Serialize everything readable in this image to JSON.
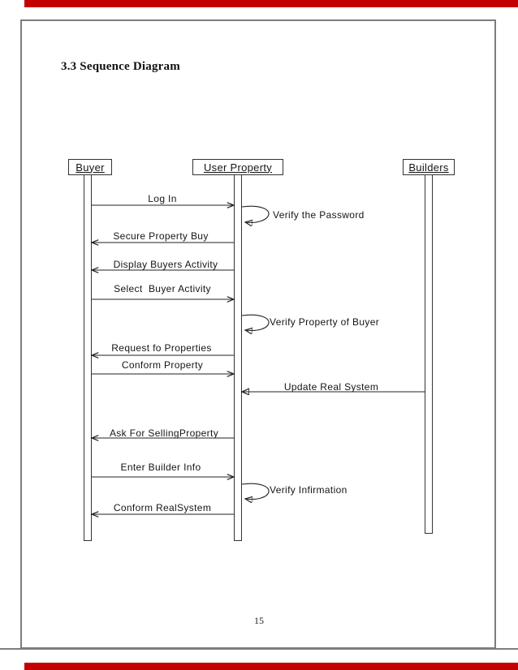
{
  "document": {
    "section_title": "3.3 Sequence Diagram",
    "page_number": "15"
  },
  "colors": {
    "edge_bar": "#c40000",
    "page_border": "#7d7d7d",
    "line": "#222222",
    "text": "#151515"
  },
  "diagram": {
    "type": "uml-sequence",
    "actors": [
      {
        "name": "Buyer"
      },
      {
        "name": "User Property"
      },
      {
        "name": "Builders"
      }
    ],
    "messages": [
      {
        "label": "Log In",
        "from": "Buyer",
        "to": "User Property",
        "kind": "call-right"
      },
      {
        "label": "Verify the Password",
        "actor": "User Property",
        "kind": "self"
      },
      {
        "label": "Secure Property Buy",
        "from": "User Property",
        "to": "Buyer",
        "kind": "call-left"
      },
      {
        "label": "Display Buyers Activity",
        "from": "User Property",
        "to": "Buyer",
        "kind": "call-left"
      },
      {
        "label": "Select  Buyer Activity",
        "from": "Buyer",
        "to": "User Property",
        "kind": "call-right"
      },
      {
        "label": "Verify Property of Buyer",
        "actor": "User Property",
        "kind": "self"
      },
      {
        "label": "Request fo Properties",
        "from": "User Property",
        "to": "Buyer",
        "kind": "call-left"
      },
      {
        "label": "Conform Property",
        "from": "Buyer",
        "to": "User Property",
        "kind": "call-right"
      },
      {
        "label": "Update Real System",
        "from": "Builders",
        "to": "User Property",
        "kind": "call-left"
      },
      {
        "label": "Ask For SellingProperty",
        "from": "User Property",
        "to": "Buyer",
        "kind": "call-left"
      },
      {
        "label": "Enter Builder Info",
        "from": "Buyer",
        "to": "User Property",
        "kind": "call-right"
      },
      {
        "label": "Verify Infirmation",
        "actor": "User Property",
        "kind": "self"
      },
      {
        "label": "Conform RealSystem",
        "from": "User Property",
        "to": "Buyer",
        "kind": "call-left"
      }
    ]
  }
}
